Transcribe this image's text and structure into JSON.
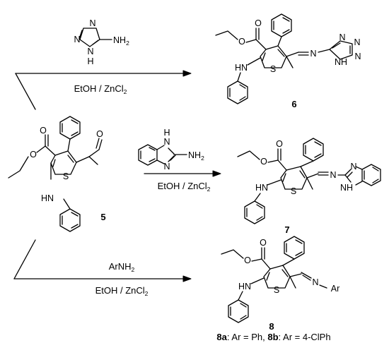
{
  "atoms": {
    "O": "O",
    "S": "S",
    "N": "N",
    "H": "H",
    "HN": "HN",
    "NH2_N": "NH",
    "NH2_sub": "2",
    "NH": "NH",
    "Ar": "Ar"
  },
  "reactions": [
    {
      "reagent_base": "",
      "conditions_base": "EtOH / ZnCl",
      "conditions_sub": "2",
      "product": "6"
    },
    {
      "reagent_base": "",
      "conditions_base": "EtOH / ZnCl",
      "conditions_sub": "2",
      "product": "7"
    },
    {
      "reagent_base": "ArNH",
      "reagent_sub": "2",
      "conditions_base": "EtOH / ZnCl",
      "conditions_sub": "2",
      "product": "8"
    }
  ],
  "starting_material": "5",
  "footnote": {
    "a_label": "8a",
    "a_text": ": Ar = Ph, ",
    "b_label": "8b",
    "b_text": ": Ar = 4-ClPh"
  }
}
